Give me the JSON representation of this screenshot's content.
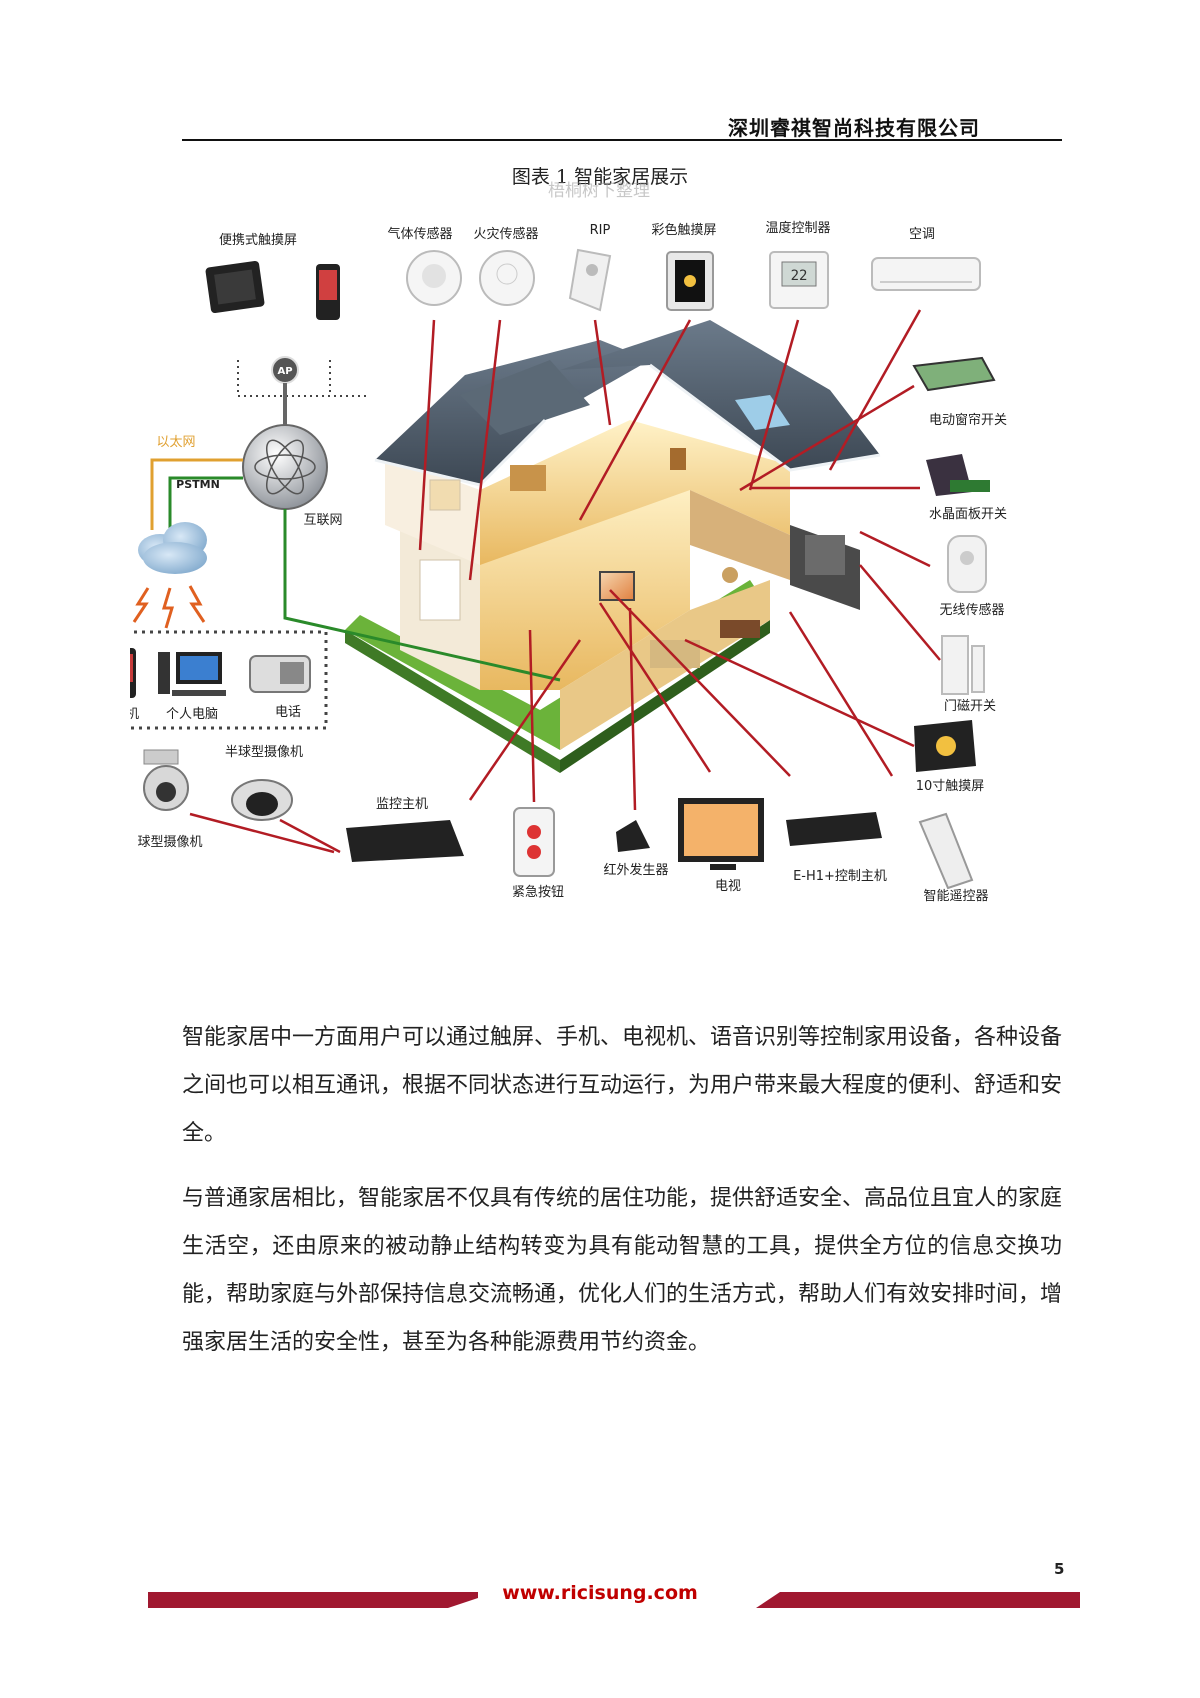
{
  "header": {
    "company": "深圳睿祺智尚科技有限公司"
  },
  "figure": {
    "caption": "图表 1 智能家居展示",
    "watermark": "梧桐树下整理",
    "labels": {
      "portable_touch": "便携式触摸屏",
      "gas_sensor": "气体传感器",
      "fire_sensor": "火灾传感器",
      "rip": "RIP",
      "color_touch": "彩色触摸屏",
      "thermostat": "温度控制器",
      "ac": "空调",
      "ap": "AP",
      "ethernet": "以太网",
      "pstmn": "PSTMN",
      "internet": "互联网",
      "curtain_switch": "电动窗帘开关",
      "crystal_switch": "水晶面板开关",
      "wireless_sensor": "无线传感器",
      "door_switch": "门磁开关",
      "touch10": "10寸触摸屏",
      "mobile": "手机",
      "pc": "个人电脑",
      "phone": "电话",
      "dome_camera": "半球型摄像机",
      "ball_camera": "球型摄像机",
      "monitor_host": "监控主机",
      "emergency_button": "紧急按钮",
      "ir_generator": "红外发生器",
      "tv": "电视",
      "eh1_host": "E-H1+控制主机",
      "remote": "智能遥控器",
      "thermostat_display": "22"
    }
  },
  "body": {
    "paragraphs": [
      "智能家居中一方面用户可以通过触屏、手机、电视机、语音识别等控制家用设备，各种设备之间也可以相互通讯，根据不同状态进行互动运行，为用户带来最大程度的便利、舒适和安全。",
      "与普通家居相比，智能家居不仅具有传统的居住功能，提供舒适安全、高品位且宜人的家庭生活空，还由原来的被动静止结构转变为具有能动智慧的工具，提供全方位的信息交换功能，帮助家庭与外部保持信息交流畅通，优化人们的生活方式，帮助人们有效安排时间，增强家居生活的安全性，甚至为各种能源费用节约资金。"
    ]
  },
  "footer": {
    "page_number": "5",
    "url": "www.ricisung.com"
  },
  "colors": {
    "accent": "#c00000",
    "footer_bar": "#a01830",
    "network_line": "#2a8a2a",
    "ethernet_line": "#e0a030"
  }
}
